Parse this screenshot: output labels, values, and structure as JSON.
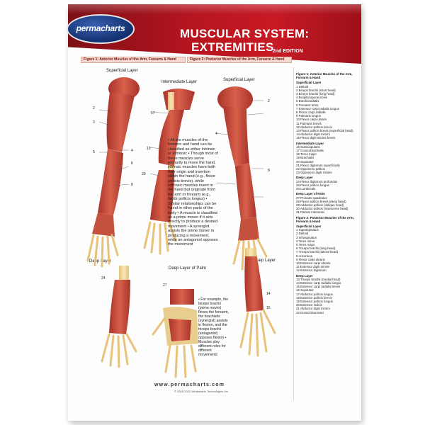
{
  "brand": {
    "logo_text": "permacharts"
  },
  "title": {
    "line1": "MUSCULAR SYSTEM:",
    "line2": "EXTREMITIES",
    "edition": "2nd EDITION"
  },
  "figures": {
    "fig1": "Figure 1: Anterior Muscles of the Arm, Forearm & Hand",
    "fig2": "Figure 2: Posterior Muscles of the Arm, Forearm & Hand"
  },
  "panel_labels": {
    "superficial_a": "Superficial Layer",
    "intermediate": "Intermediate Layer",
    "superficial_b": "Superficial Layer",
    "deep_a": "Deep Layer",
    "deep_palm": "Deep Layer of Palm",
    "deep_b": "Deep Layer"
  },
  "notes": {
    "main": "• All the muscles of the forearm and hand can be classified as either intrinsic or extrinsic • Though most of these muscles serve primarily to move the hand, intrinsic muscles have both their origin and insertion within the hand (e.g., flexor pollicis brevis), while extrinsic muscles insert in the hand but originate from the arm or forearm (e.g., flexor pollicis longus) • Similar relationships can be found in other parts of the body • A muscle is classified as a prime mover if it acts directly to produce a desired movement • A synergist assists the prime mover in producing a movement, while an antagonist opposes the movement",
    "secondary": "• For example, the biceps brachii (prime mover) flexes the forearm, the brachialis (synergist) assists in flexion, and the triceps brachii (antagonist) opposes flexion • Muscles play different roles for different movements"
  },
  "legend": {
    "heading1": "Figure 1: Anterior Muscles of the Arm, Forearm & Hand",
    "sup_head": "Superficial Layer",
    "sup_items": [
      "1 Deltoid",
      "2 Biceps brachii (short head)",
      "3 Biceps brachii (long head)",
      "4 Bicipital aponeurosis",
      "5 Brachioradialis",
      "6 Pronator teres",
      "7 Extensor carpi radialis longus",
      "8 Flexor carpi radialis",
      "9 Palmaris longus",
      "10 Flexor carpi ulnaris",
      "11 Palmaris brevis",
      "12 Abductor pollicis brevis",
      "13 Flexor pollicis brevis (superficial head)",
      "14 Abductor digiti minimi",
      "15 Flexor digiti minimi brevis"
    ],
    "int_head": "Intermediate Layer",
    "int_items": [
      "16 Subscapularis",
      "17 Coracobrachialis",
      "18 Teres major",
      "19 Brachialis",
      "20 Supinator",
      "21 Flexor digitorum superficialis",
      "22 Opponens pollicis",
      "23 Opponens digiti minimi"
    ],
    "deep_head": "Deep Layer",
    "deep_items": [
      "24 Flexor digitorum profundus",
      "25 Flexor pollicis longus",
      "26 Lumbricals"
    ],
    "palm_head": "Deep Layer of Palm",
    "palm_items": [
      "27 Pronator quadratus",
      "28 Flexor pollicis brevis (deep head)",
      "29 Adductor pollicis (oblique head)",
      "30 Adductor pollicis (transverse head)",
      "31 Palmar interossei"
    ],
    "heading2": "Figure 2: Posterior Muscles of the Arm, Forearm & Hand",
    "sup2_head": "Superficial Layer",
    "sup2_items": [
      "1 Supraspinatus",
      "2 Deltoid",
      "3 Infraspinatus",
      "4 Teres minor",
      "5 Teres major",
      "6 Triceps brachii (long head)",
      "7 Triceps brachii (lateral head)",
      "8 Anconeus",
      "9 Flexor carpi ulnaris",
      "10 Extensor carpi ulnaris",
      "11 Extensor digiti minimi",
      "12 Extensor digitorum"
    ],
    "deep2_head": "Deep Layer",
    "deep2_items": [
      "13 Triceps brachii (medial head)",
      "14 Extensor carpi radialis longus",
      "15 Extensor carpi radialis brevis",
      "16 Supinator",
      "17 Abductor pollicis longus",
      "18 Extensor pollicis brevis",
      "19 Extensor pollicis longus",
      "20 Extensor indicis",
      "21 Abductor digiti minimi",
      "22 Dorsal interossei"
    ]
  },
  "footer": {
    "url": "www.permacharts.com",
    "copyright": "© 2003-2022 Mindsmartz Technologies Inc."
  },
  "colors": {
    "header_red": "#b3151f",
    "muscle": "#c94a3c",
    "bone": "#efd9a0"
  }
}
